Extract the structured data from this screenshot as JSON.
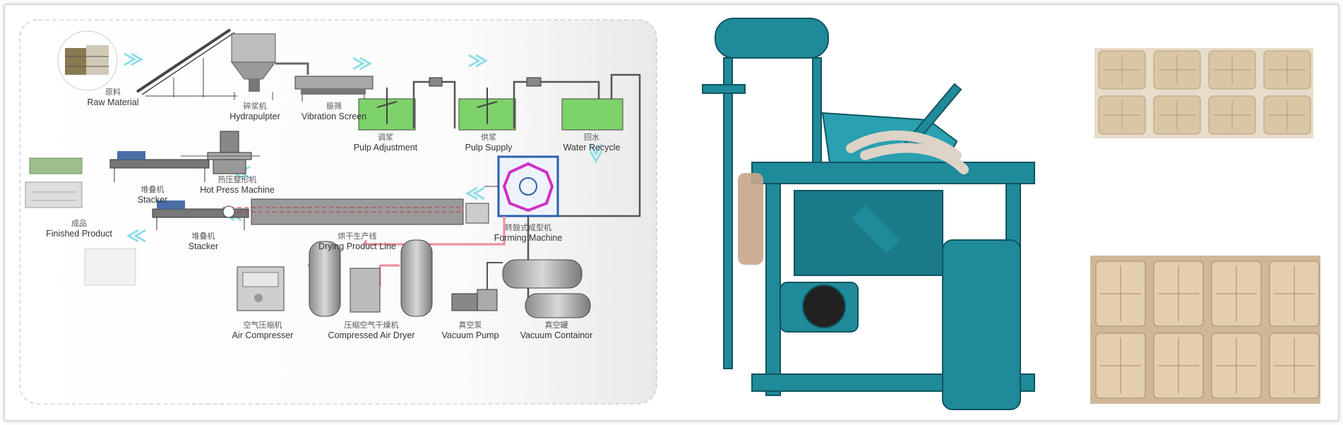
{
  "diagram": {
    "labels": [
      {
        "cn": "原料",
        "en": "Raw Material"
      },
      {
        "cn": "碎浆机",
        "en": "Hydrapulpter"
      },
      {
        "cn": "振筛",
        "en": "Vibration Screen"
      },
      {
        "cn": "调浆",
        "en": "Pulp Adjustment"
      },
      {
        "cn": "供浆",
        "en": "Pulp Supply"
      },
      {
        "cn": "回水",
        "en": "Water Recycle"
      },
      {
        "cn": "热压整形机",
        "en": "Hot Press Machine"
      },
      {
        "cn": "堆叠机",
        "en": "Stacker"
      },
      {
        "cn": "成品",
        "en": "Finished Product"
      },
      {
        "cn": "堆叠机",
        "en": "Stacker"
      },
      {
        "cn": "烘干生产线",
        "en": "Drying Product Line"
      },
      {
        "cn": "转鼓式成型机",
        "en": "Forming Machine"
      },
      {
        "cn": "空气压缩机",
        "en": "Air Compresser"
      },
      {
        "cn": "压缩空气干燥机",
        "en": "Compressed Air Dryer"
      },
      {
        "cn": "真空泵",
        "en": "Vacuum Pump"
      },
      {
        "cn": "真空罐",
        "en": "Vacuum Containor"
      }
    ]
  },
  "colors": {
    "machine_teal": "#1f8a9a",
    "water_green": "#7ed26a",
    "pipe_pink": "#f08a9a",
    "arrow_cyan": "#8fdde8",
    "pulp_tray": "#d9c6a4",
    "forming_frame": "#2a5fb0",
    "forming_ring": "#d030c8"
  }
}
